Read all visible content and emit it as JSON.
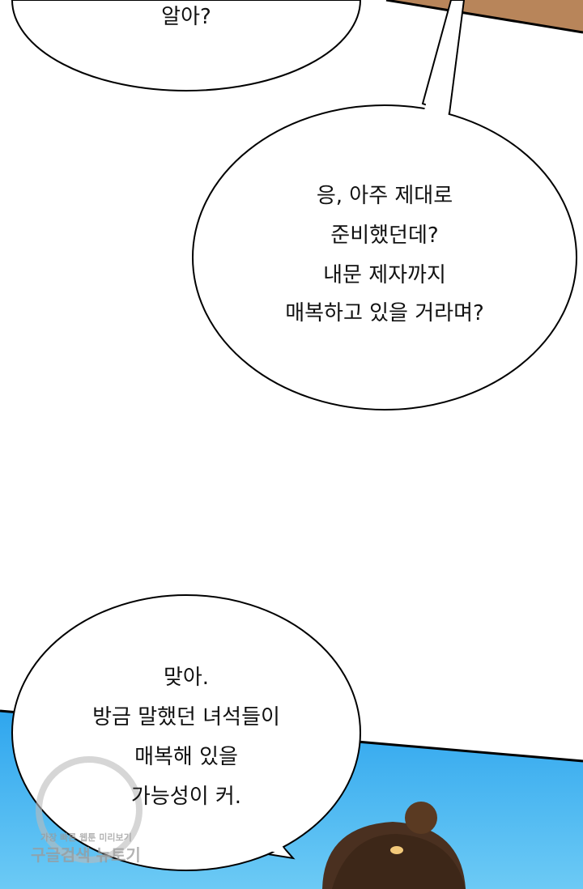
{
  "colors": {
    "sky": "#3fb0ef",
    "wood": "#b8855a",
    "outline": "#000000",
    "hair": "#4a3020"
  },
  "bubbles": [
    {
      "lines": [
        "알아?"
      ]
    },
    {
      "lines": [
        "응, 아주 제대로",
        "준비했던데?",
        "내문 제자까지",
        "매복하고 있을 거라며?"
      ]
    },
    {
      "lines": [
        "맞아.",
        "방금 말했던 녀석들이",
        "매복해 있을",
        "가능성이 커."
      ]
    }
  ],
  "watermark": {
    "line1": "가장 빠른 웹툰 미리보기",
    "line2": "구글검색 뉴토기"
  }
}
